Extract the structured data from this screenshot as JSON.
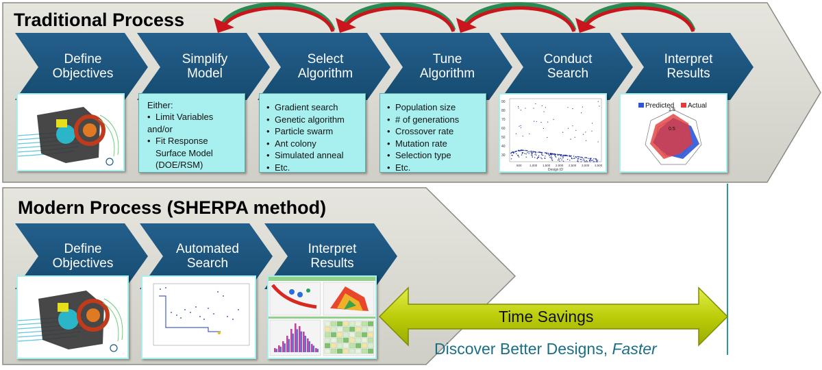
{
  "traditional": {
    "title": "Traditional Process",
    "steps": [
      {
        "label": "Define\nObjectives"
      },
      {
        "label": "Simplify\nModel"
      },
      {
        "label": "Select\nAlgorithm"
      },
      {
        "label": "Tune\nAlgorithm"
      },
      {
        "label": "Conduct\nSearch"
      },
      {
        "label": "Interpret\nResults"
      }
    ],
    "simplify_box": {
      "lead": "Either:",
      "items": [
        "Limit Variables",
        "and/or",
        "Fit Response",
        "Surface Model",
        "(DOE/RSM)"
      ]
    },
    "algorithm_box": {
      "items": [
        "Gradient search",
        "Genetic algorithm",
        "Particle swarm",
        "Ant colony",
        "Simulated anneal",
        "Etc."
      ]
    },
    "tune_box": {
      "items": [
        "Population size",
        "# of generations",
        "Crossover rate",
        "Mutation rate",
        "Selection type",
        "Etc."
      ]
    },
    "search_plot": {
      "y_ticks": [
        "90",
        "80",
        "70",
        "60",
        "50",
        "40",
        "30"
      ],
      "x_ticks": [
        "500",
        "1,000",
        "1,500",
        "2,000",
        "2,500",
        "3,000",
        "3,500"
      ],
      "xlabel": "Design ID"
    },
    "radar_plot": {
      "legend": [
        "Predicted",
        "Actual"
      ],
      "ticks": [
        "1.5",
        "0.5"
      ],
      "colors": {
        "predicted": "#2e55d8",
        "actual": "#e23b3b"
      }
    }
  },
  "modern": {
    "title": "Modern Process (SHERPA method)",
    "steps": [
      {
        "label": "Define\nObjectives"
      },
      {
        "label": "Automated\nSearch"
      },
      {
        "label": "Interpret\nResults"
      }
    ]
  },
  "savings": {
    "label": "Time Savings",
    "tagline_plain": "Discover Better Designs, ",
    "tagline_italic": "Faster"
  },
  "colors": {
    "chevron": "#1b5a82",
    "panel": "#dcdcd4",
    "box": "#a8f0f0",
    "arrow_red": "#c9151b",
    "arrow_green": "#2a8a53",
    "savings_arrow": "#bcd10c",
    "tagline": "#1a6f86",
    "divider": "#2a9a98"
  }
}
